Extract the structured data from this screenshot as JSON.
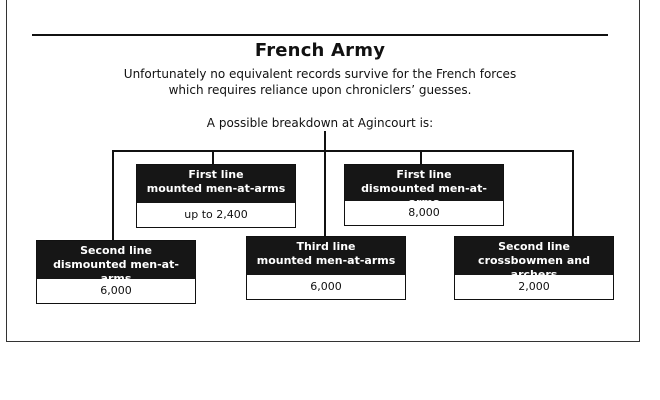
{
  "title": "French Army",
  "subtitle_lines": [
    "Unfortunately no equivalent records survive for the French forces",
    "which requires reliance upon chroniclers’ guesses."
  ],
  "lead": "A possible breakdown at Agincourt is:",
  "units": [
    {
      "line": "First line",
      "role": "mounted men-at-arms",
      "value": "up to 2,400"
    },
    {
      "line": "First line",
      "role": "dismounted men-at-arms",
      "value": "8,000"
    },
    {
      "line": "Second line",
      "role": "dismounted men-at-arms",
      "value": "6,000"
    },
    {
      "line": "Third line",
      "role": "mounted men-at-arms",
      "value": "6,000"
    },
    {
      "line": "Second line",
      "role": "crossbowmen and archers",
      "value": "2,000"
    }
  ],
  "colors": {
    "header_bg": "#161616",
    "header_text": "#ffffff",
    "line": "#111111"
  }
}
